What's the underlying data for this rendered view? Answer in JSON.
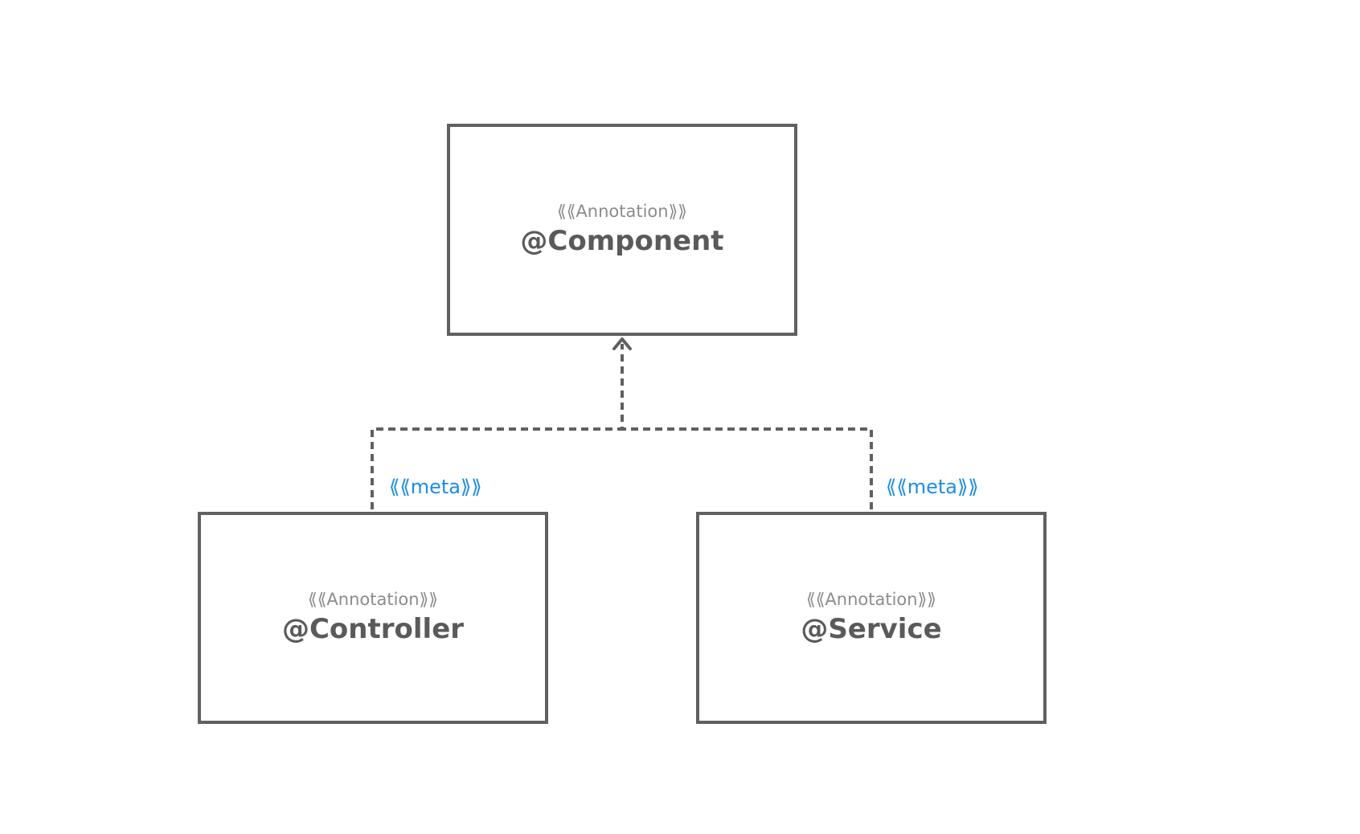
{
  "nodes": {
    "component": {
      "stereotype": "⟪⟪Annotation⟫⟫",
      "name": "@Component"
    },
    "controller": {
      "stereotype": "⟪⟪Annotation⟫⟫",
      "name": "@Controller"
    },
    "service": {
      "stereotype": "⟪⟪Annotation⟫⟫",
      "name": "@Service"
    }
  },
  "edges": {
    "controller_to_component": {
      "label": "⟪⟪meta⟫⟫"
    },
    "service_to_component": {
      "label": "⟪⟪meta⟫⟫"
    }
  },
  "colors": {
    "border": "#606060",
    "stereotype": "#8c8c8c",
    "name": "#5a5a5a",
    "edge_label": "#1a8cf0"
  }
}
